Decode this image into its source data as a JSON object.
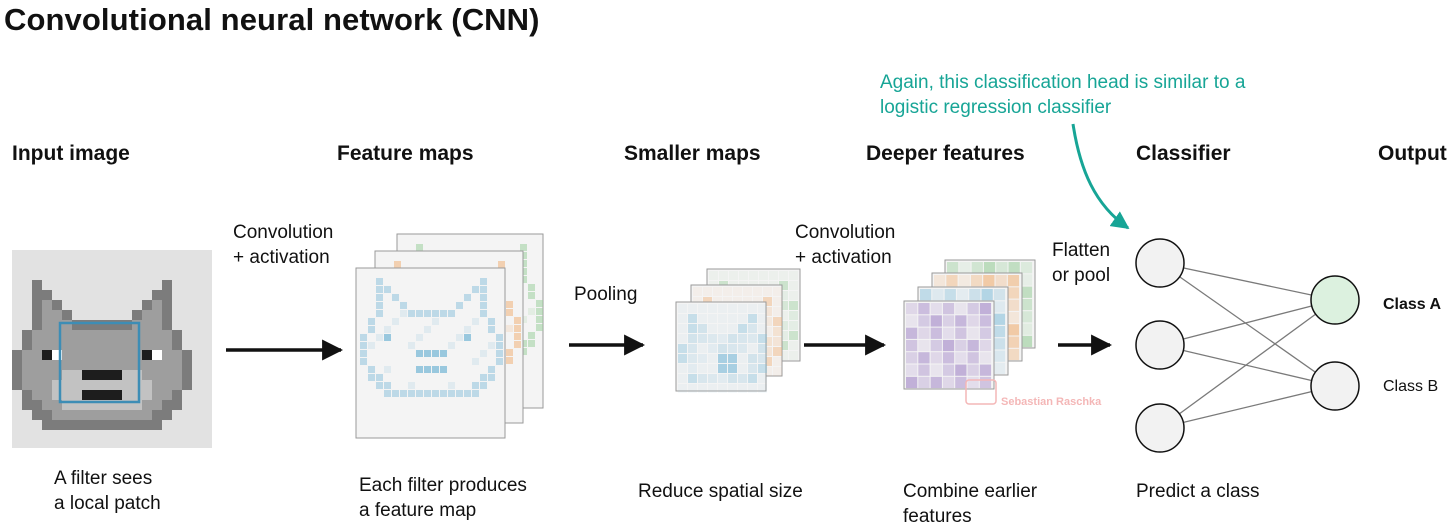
{
  "title": "Convolutional neural network (CNN)",
  "annotation": {
    "line1": "Again, this classification head is similar to a",
    "line2": "logistic regression classifier"
  },
  "stages": [
    {
      "header": "Input image",
      "caption": [
        "A filter sees",
        "a local patch"
      ]
    },
    {
      "header": "Feature maps",
      "caption": [
        "Each filter produces",
        "a feature map"
      ]
    },
    {
      "header": "Smaller maps",
      "caption": [
        "Reduce spatial size"
      ]
    },
    {
      "header": "Deeper features",
      "caption": [
        "Combine earlier",
        "features"
      ]
    },
    {
      "header": "Classifier",
      "caption": [
        "Predict a class"
      ]
    },
    {
      "header": "Output",
      "caption": []
    }
  ],
  "operations": {
    "conv1": [
      "Convolution",
      "+ activation"
    ],
    "pool": "Pooling",
    "conv2": [
      "Convolution",
      "+ activation"
    ],
    "flatten": [
      "Flatten",
      "or pool"
    ]
  },
  "outputs": {
    "class_a": "Class A",
    "class_b": "Class B"
  },
  "watermark": "Sebastian Raschka",
  "colors": {
    "annotation": "#17a596",
    "fmap_blue": "#8fc3dc",
    "fmap_orange": "#f0b27a",
    "fmap_green": "#9ccf9e",
    "fmap_purple": "#a58ac9",
    "class_a_fill": "#dcf1df",
    "filter_box": "#3d8db5"
  }
}
